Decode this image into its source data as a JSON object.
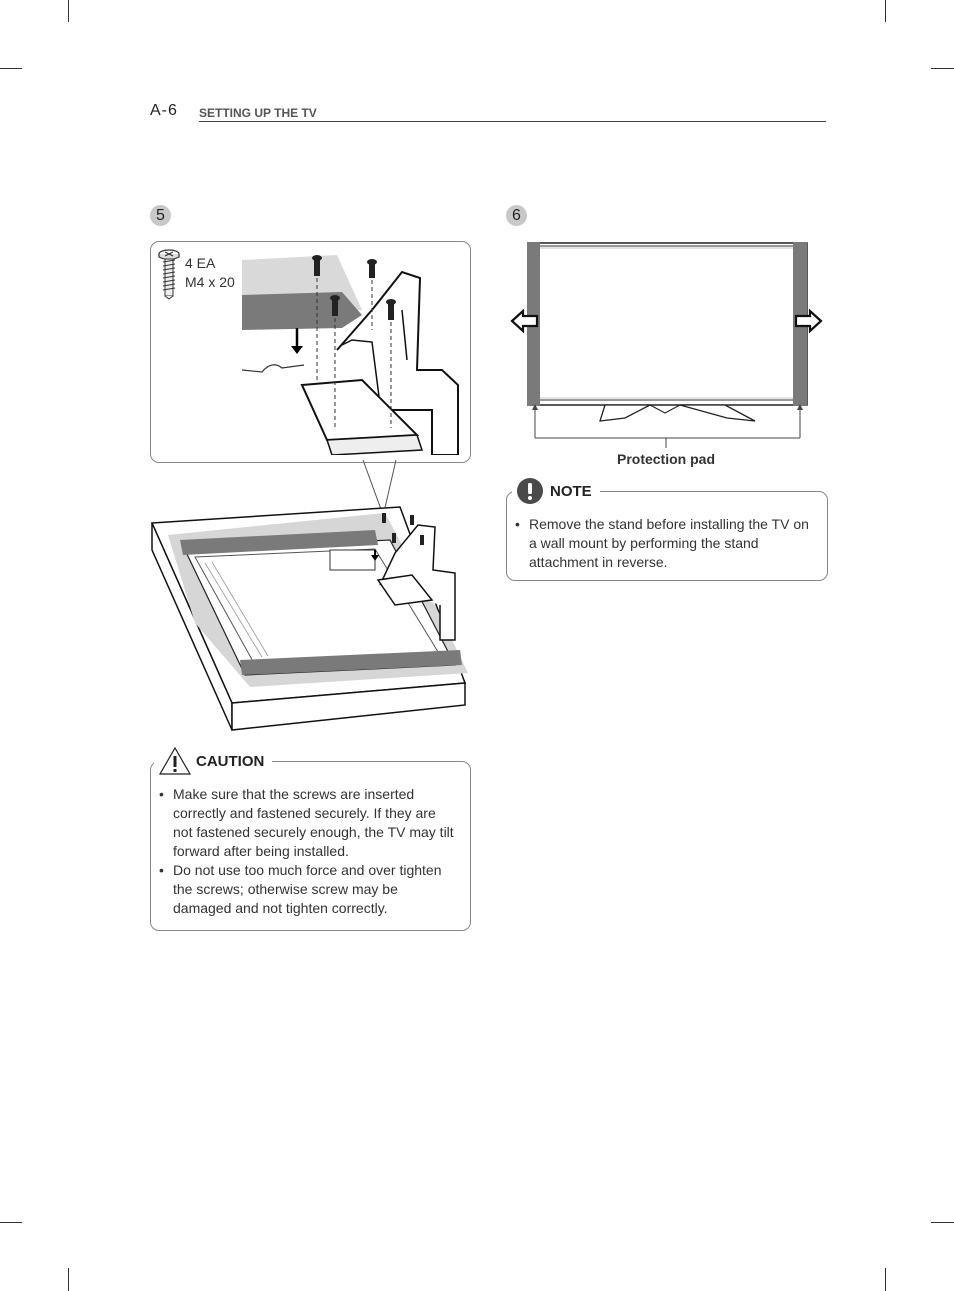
{
  "header": {
    "page_number": "A-6",
    "section_title": "SETTING UP THE TV"
  },
  "step5": {
    "number": "5",
    "screw_quantity": "4 EA",
    "screw_spec": "M4 x 20"
  },
  "step6": {
    "number": "6",
    "protection_pad_label": "Protection pad"
  },
  "caution": {
    "title": "CAUTION",
    "items": [
      "Make sure that the screws are inserted correctly and fastened securely. If they are not fastened securely enough, the TV may tilt forward after being installed.",
      "Do not use too much force and over tighten the screws; otherwise screw may be damaged and not tighten correctly."
    ]
  },
  "note": {
    "title": "NOTE",
    "items": [
      "Remove the stand before installing the TV on a wall mount by performing the stand attachment in reverse."
    ]
  }
}
